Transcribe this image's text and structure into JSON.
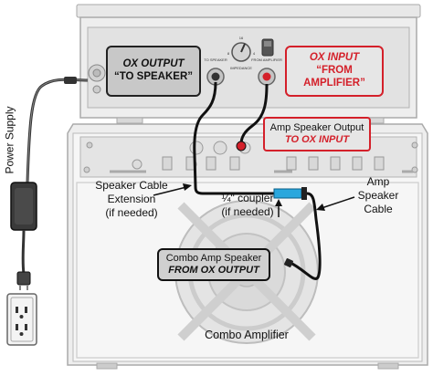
{
  "labels": {
    "ox_output_title": "OX OUTPUT",
    "ox_output_sub": "“TO SPEAKER”",
    "ox_input_title": "OX INPUT",
    "ox_input_sub": "“FROM AMPLIFIER”",
    "amp_speaker_output_l1": "Amp Speaker Output",
    "amp_speaker_output_l2": "TO OX INPUT",
    "speaker_cable_ext_l1": "Speaker Cable",
    "speaker_cable_ext_l2": "Extension",
    "speaker_cable_ext_l3": "(if needed)",
    "coupler_l1": "¼\" coupler",
    "coupler_l2": "(if needed)",
    "amp_speaker_cable_l1": "Amp",
    "amp_speaker_cable_l2": "Speaker",
    "amp_speaker_cable_l3": "Cable",
    "combo_speaker_l1": "Combo Amp Speaker",
    "combo_speaker_l2": "FROM OX OUTPUT",
    "combo_amplifier": "Combo Amplifier",
    "power_supply": "Power Supply"
  },
  "device_labels": {
    "to_speaker": "TO SPEAKER",
    "from_amplifier": "FROM AMPLIFIER",
    "impedance": "IMPEDANCE",
    "ohm_16": "16",
    "ohm_8": "8",
    "ohm_4": "4"
  },
  "colors": {
    "accent_red": "#d4202a",
    "coupler_blue": "#2aa7dd",
    "cable": "#111111"
  }
}
